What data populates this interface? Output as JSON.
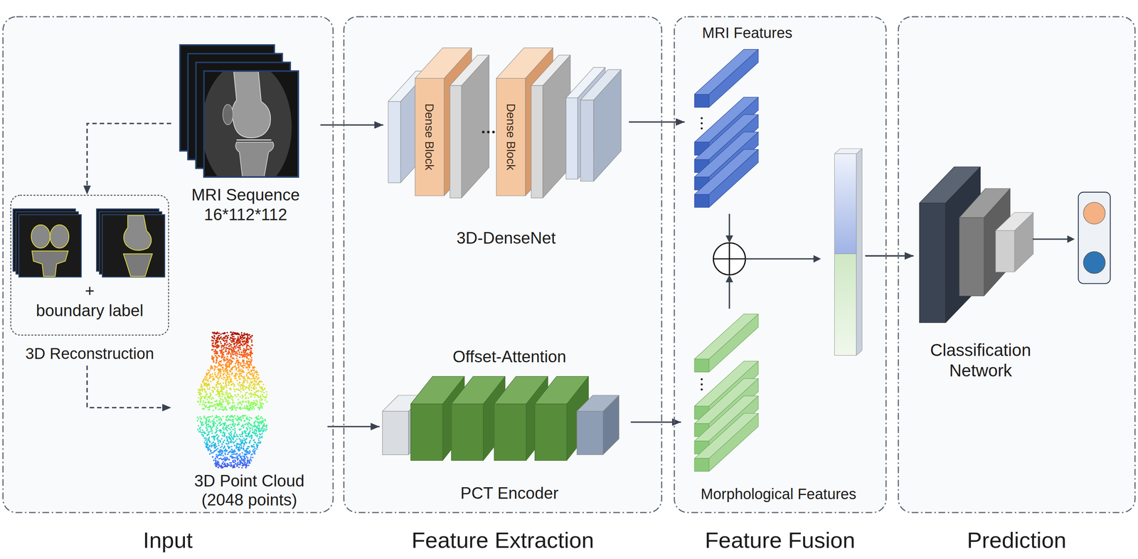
{
  "diagram": {
    "nodes": [
      {
        "text": [
          "Input"
        ]
      },
      {
        "text": [
          "MRI Sequence 16*112*112"
        ],
        "in": 0
      },
      {
        "text": [
          "+",
          "boundary label",
          "3D Reconstruction"
        ],
        "in": 0
      },
      {
        "text": [
          "3D Point Cloud (2048 points)"
        ],
        "in": 0
      },
      {
        "text": [
          "Feature Extraction"
        ]
      },
      {
        "text": [
          "Dense Block",
          "Dense Block",
          "3D-DenseNet"
        ],
        "in": 4
      },
      {
        "text": [
          "Offset-Attention",
          "PCT Encoder"
        ],
        "in": 4
      },
      {
        "text": [
          "Feature Fusion"
        ]
      },
      {
        "text": [
          "MRI Features"
        ],
        "in": 7
      },
      {
        "text": [
          "Morphological Features"
        ],
        "in": 7
      },
      {
        "text": [
          "Prediction"
        ]
      },
      {
        "text": [
          "Classification Network"
        ],
        "in": 10
      }
    ],
    "edges": [
      {
        "from": 1,
        "to": 2,
        "arrow": "to"
      },
      {
        "from": 2,
        "to": 3,
        "arrow": "to"
      },
      {
        "from": 1,
        "to": 5,
        "arrow": "to"
      },
      {
        "from": 3,
        "to": 6,
        "arrow": "to"
      },
      {
        "from": 5,
        "to": 8,
        "arrow": "to"
      },
      {
        "from": 6,
        "to": 9,
        "arrow": "to"
      },
      {
        "from": 8,
        "to": 11,
        "arrow": "to"
      },
      {
        "from": 9,
        "to": 11,
        "arrow": "to"
      }
    ]
  }
}
